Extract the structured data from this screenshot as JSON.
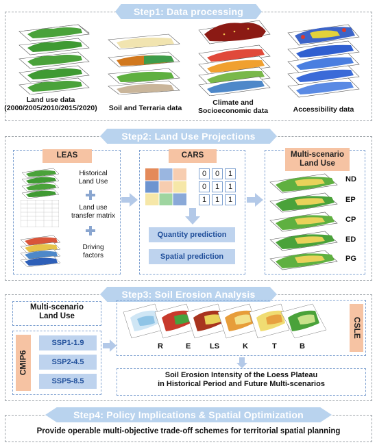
{
  "step1": {
    "banner": "Step1: Data processing",
    "items": [
      {
        "label": "Land use data\n(2000/2005/2010/2015/2020)"
      },
      {
        "label": "Soil and Terraria data"
      },
      {
        "label": "Climate and\nSocioeconomic data"
      },
      {
        "label": "Accessibility data"
      }
    ]
  },
  "step2": {
    "banner": "Step2: Land Use Projections",
    "leas": {
      "title": "LEAS",
      "items": [
        "Historical\nLand Use",
        "Land use\ntransfer matrix",
        "Driving\nfactors"
      ]
    },
    "cars": {
      "title": "CARS",
      "matrix": [
        [
          "0",
          "0",
          "1"
        ],
        [
          "0",
          "1",
          "1"
        ],
        [
          "1",
          "1",
          "1"
        ]
      ],
      "quantity": "Quantity prediction",
      "spatial": "Spatial prediction"
    },
    "multi": {
      "title": "Multi-scenario\nLand Use",
      "scenarios": [
        "ND",
        "EP",
        "CP",
        "ED",
        "PG"
      ]
    }
  },
  "step3": {
    "banner": "Step3: Soil Erosion Analysis",
    "land_use": "Multi-scenario\nLand Use",
    "cmip6": "CMIP6",
    "ssp": [
      "SSP1-1.9",
      "SSP2-4.5",
      "SSP5-8.5"
    ],
    "factors": [
      "R",
      "E",
      "LS",
      "K",
      "T",
      "B"
    ],
    "csle": "CSLE",
    "result": "Soil Erosion Intensity of the Loess Plateau\nin Historical Period and Future Multi-scenarios"
  },
  "step4": {
    "banner": "Step4: Policy Implications & Spatial Optimization",
    "text": "Provide operable multi-objective trade-off schemes for territorial spatial planning"
  },
  "colors": {
    "banner": "#b9d3ee",
    "orange": "#f6c3a3",
    "blue_box": "#bed3ee",
    "blue_text": "#1f4e9a",
    "dashed_gray": "#9aa0a6",
    "dashed_blue": "#7da0d0"
  }
}
